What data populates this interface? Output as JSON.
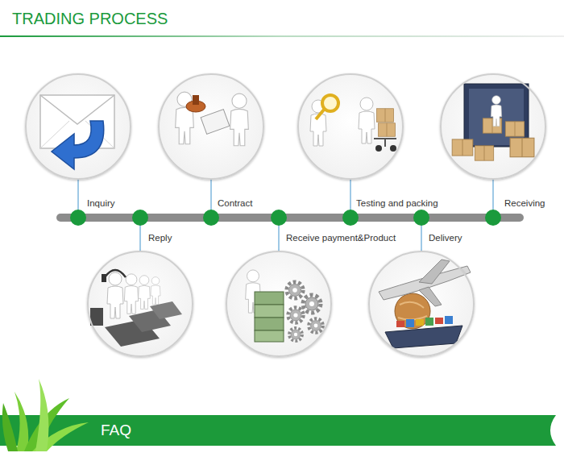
{
  "diagram": {
    "title": "TRADING PROCESS",
    "nodes": [
      {
        "text": [
          "Inquiry"
        ]
      },
      {
        "text": [
          "Reply"
        ]
      },
      {
        "text": [
          "Contract"
        ]
      },
      {
        "text": [
          "Receive payment&Product"
        ]
      },
      {
        "text": [
          "Testing and packing"
        ]
      },
      {
        "text": [
          "Delivery"
        ]
      },
      {
        "text": [
          "Receiving"
        ]
      },
      {
        "text": [
          "FAQ"
        ]
      }
    ]
  }
}
